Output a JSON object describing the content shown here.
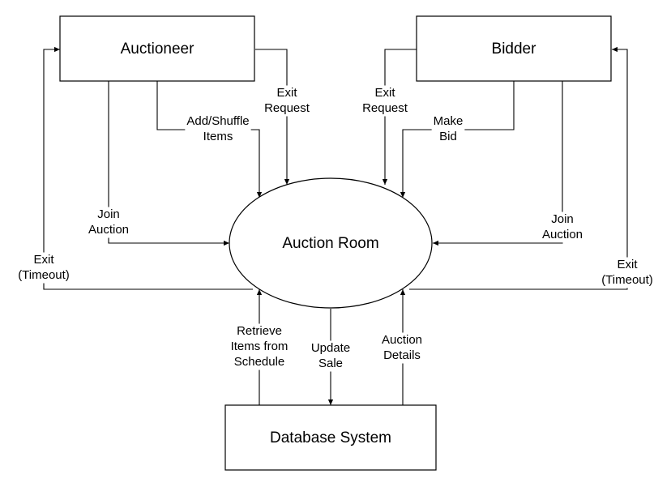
{
  "nodes": {
    "auctioneer": "Auctioneer",
    "bidder": "Bidder",
    "auction_room": "Auction Room",
    "database": "Database System"
  },
  "edges": {
    "auctioneer_exit_request": [
      "Exit",
      "Request"
    ],
    "auctioneer_add_shuffle": [
      "Add/Shuffle",
      "Items"
    ],
    "auctioneer_join": [
      "Join",
      "Auction"
    ],
    "auctioneer_timeout": [
      "Exit",
      "(Timeout)"
    ],
    "bidder_exit_request": [
      "Exit",
      "Request"
    ],
    "bidder_make_bid": [
      "Make",
      "Bid"
    ],
    "bidder_join": [
      "Join",
      "Auction"
    ],
    "bidder_timeout": [
      "Exit",
      "(Timeout)"
    ],
    "db_retrieve": [
      "Retrieve",
      "Items from",
      "Schedule"
    ],
    "room_update_sale": [
      "Update",
      "Sale"
    ],
    "db_auction_details": [
      "Auction",
      "Details"
    ]
  }
}
